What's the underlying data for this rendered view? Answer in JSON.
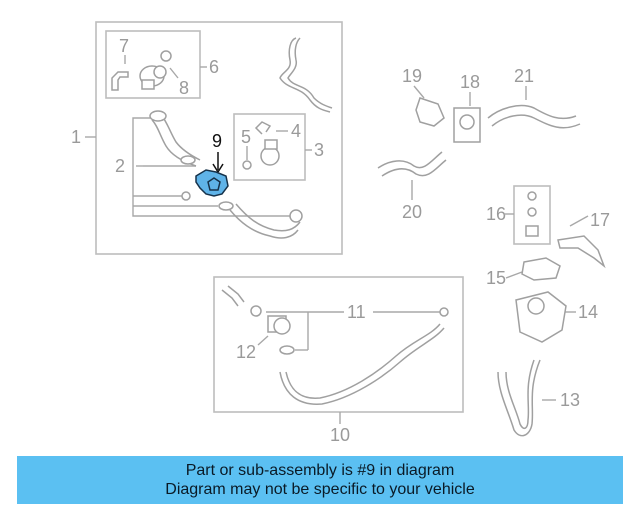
{
  "diagram": {
    "callouts": [
      "1",
      "2",
      "3",
      "4",
      "5",
      "6",
      "7",
      "8",
      "9",
      "10",
      "11",
      "12",
      "13",
      "14",
      "15",
      "16",
      "17",
      "18",
      "19",
      "20",
      "21"
    ],
    "highlighted_part": "9",
    "highlight_color": "#5fb3e8",
    "banner_color": "#5bc0f2"
  },
  "banner": {
    "line1": "Part or sub-assembly is #9 in diagram",
    "line2": "Diagram may not be specific to your vehicle"
  }
}
